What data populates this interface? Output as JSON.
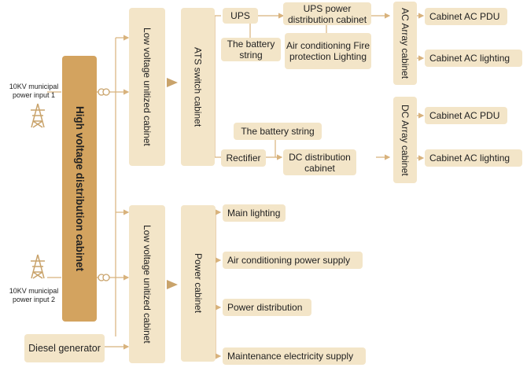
{
  "colors": {
    "box": "#f3e5c8",
    "hv_box": "#d3a35f",
    "line": "#d8b27c",
    "arrow": "#c9a36b"
  },
  "inputs": {
    "input1": "10KV municipal power input 1",
    "input2": "10KV municipal power input 2"
  },
  "hv_cabinet": "High voltage distribution cabinet",
  "diesel": "Diesel generator",
  "lv_cabinet_top": "Low voltage unitized cabinet",
  "lv_cabinet_bottom": "Low voltage unitized cabinet",
  "ats": "ATS switch cabinet",
  "power_cabinet": "Power cabinet",
  "ups": "UPS",
  "battery_top": "The battery string",
  "ups_dist": "UPS power distribution cabinet",
  "ac_fire_light": "Air conditioning Fire protection Lighting",
  "battery_mid": "The battery string",
  "rectifier": "Rectifier",
  "dc_dist": "DC distribution cabinet",
  "ac_array": "AC Array cabinet",
  "dc_array": "DC Array cabinet",
  "ac_pdu_1": "Cabinet AC PDU",
  "ac_lighting_1": "Cabinet AC  lighting",
  "ac_pdu_2": "Cabinet AC PDU",
  "ac_lighting_2": "Cabinet AC  lighting",
  "power_items": [
    "Main lighting",
    "Air conditioning power supply",
    "Power distribution",
    "Maintenance electricity supply"
  ],
  "icons": [
    "power-tower-icon",
    "transformer-icon",
    "arrow-right-icon"
  ]
}
